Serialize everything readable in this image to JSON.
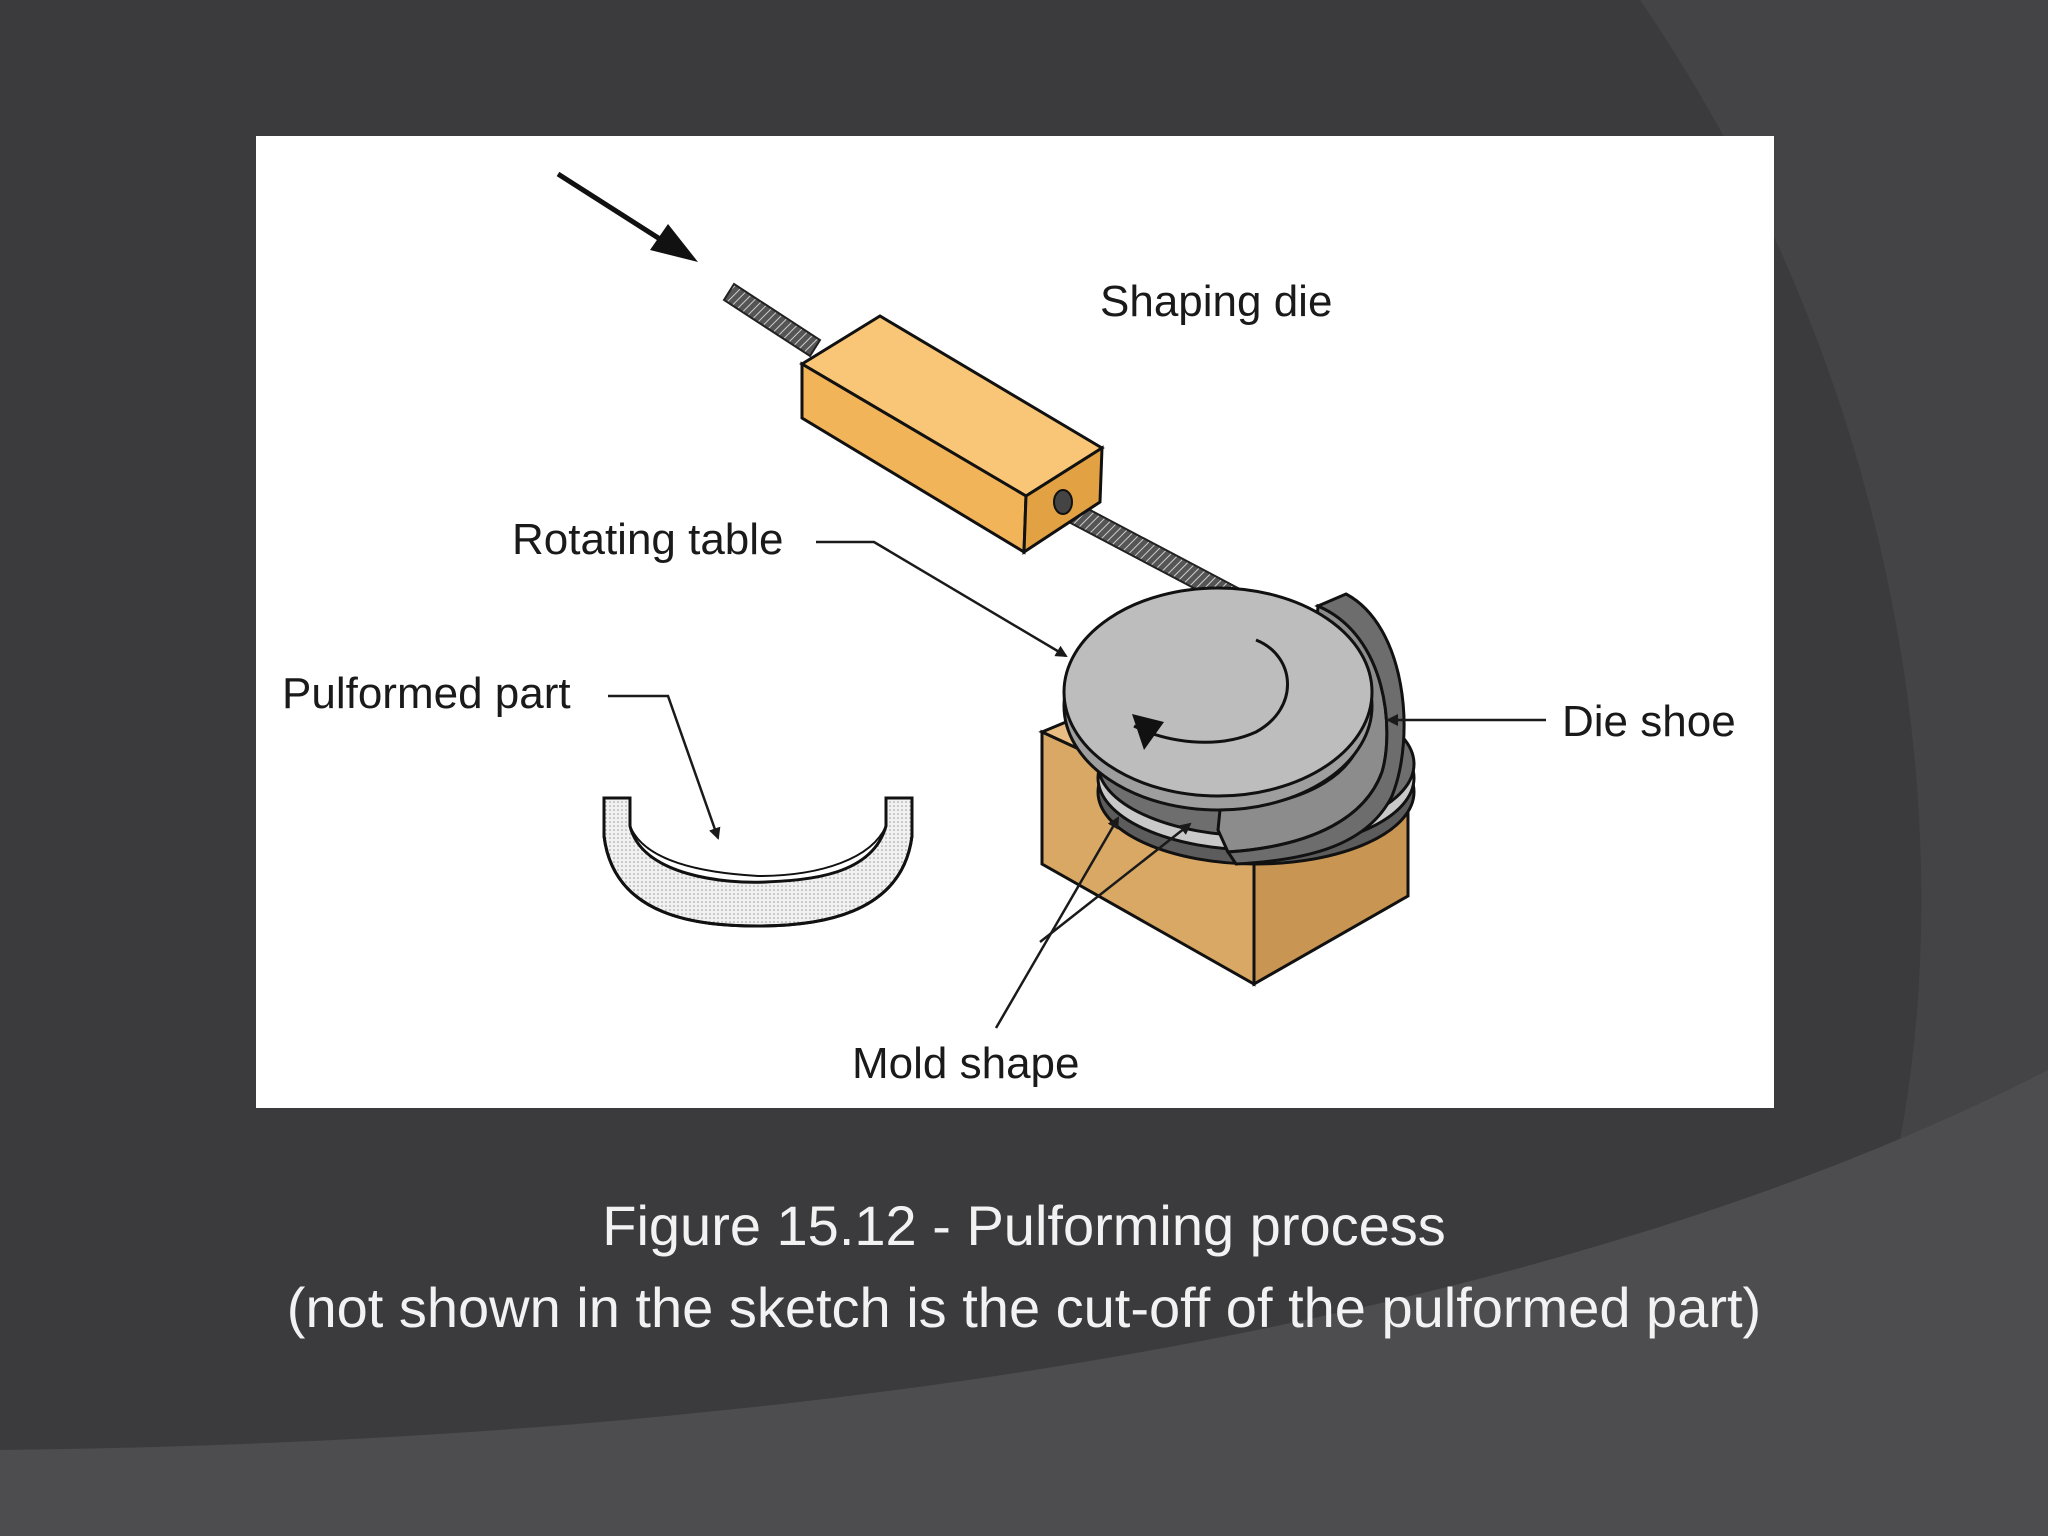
{
  "slide": {
    "colors": {
      "background": "#3b3b3d",
      "arc_band": "#444446",
      "lower_band": "#4d4d4f",
      "panel": "#ffffff",
      "caption_text": "#f2f2f2"
    }
  },
  "figure": {
    "labels": {
      "shaping_die": "Shaping die",
      "rotating_table": "Rotating table",
      "pulformed_part": "Pulformed part",
      "die_shoe": "Die shoe",
      "mold_shape": "Mold shape"
    },
    "colors": {
      "shaping_die_fill": "#f2b458",
      "base_block_fill": "#d9a865",
      "rotating_table_fill": "#bdbdbd",
      "die_shoe_fill": "#8c8c8c",
      "part_fill": "#ececec"
    },
    "icons": [
      "feed-direction-arrow-icon",
      "rotation-arrow-icon"
    ]
  },
  "caption": {
    "title": "Figure 15.12 - Pulforming process",
    "note": "(not shown in the sketch is the cut-off of the pulformed part)"
  }
}
